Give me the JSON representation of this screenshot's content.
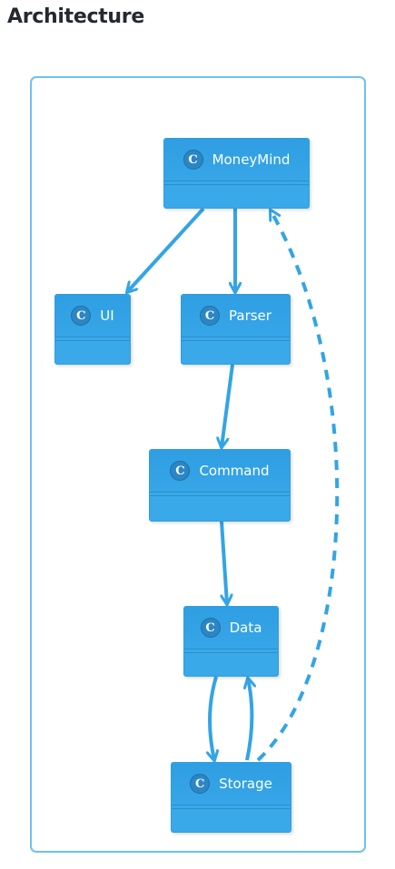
{
  "page": {
    "title": "Architecture"
  },
  "diagram": {
    "type": "class-diagram",
    "colors": {
      "box_fill": "#39a9ea",
      "box_header": "#2f9ee2",
      "arrow": "#33a4e6",
      "frame": "#6ec1f0"
    },
    "icon_letter": "C",
    "classes": {
      "moneymind": "MoneyMind",
      "ui": "UI",
      "parser": "Parser",
      "command": "Command",
      "data": "Data",
      "storage": "Storage"
    },
    "relations": [
      {
        "from": "MoneyMind",
        "to": "UI",
        "style": "solid"
      },
      {
        "from": "MoneyMind",
        "to": "Parser",
        "style": "solid"
      },
      {
        "from": "Parser",
        "to": "Command",
        "style": "solid"
      },
      {
        "from": "Command",
        "to": "Data",
        "style": "solid"
      },
      {
        "from": "Data",
        "to": "Storage",
        "style": "solid"
      },
      {
        "from": "Storage",
        "to": "Data",
        "style": "solid"
      },
      {
        "from": "Storage",
        "to": "MoneyMind",
        "style": "dashed"
      }
    ]
  }
}
